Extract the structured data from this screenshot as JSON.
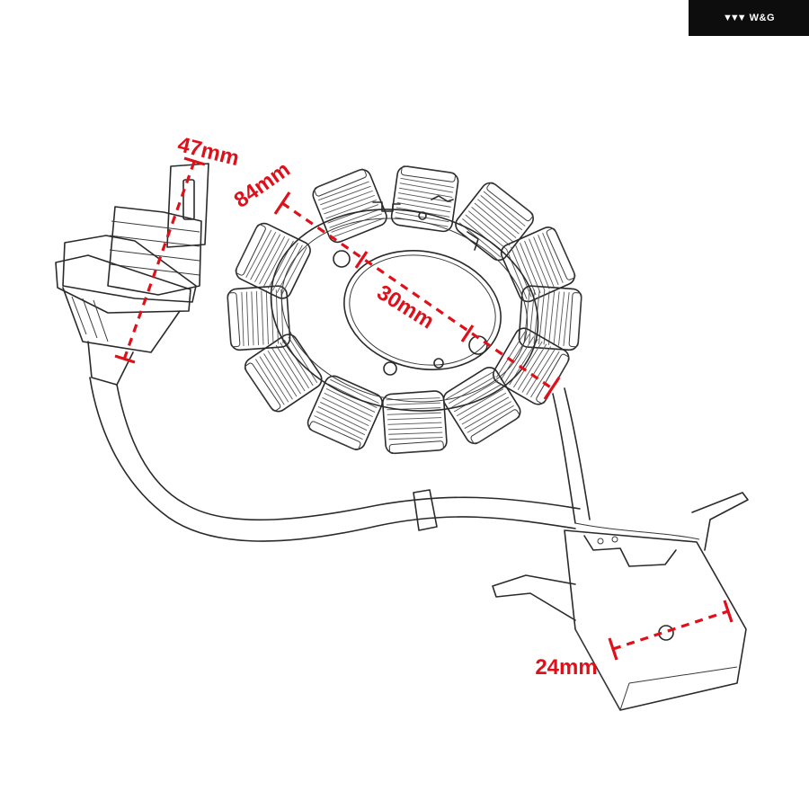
{
  "brand": {
    "name": "W&G",
    "logo_icon": "triple-chevron-icon"
  },
  "colors": {
    "dimension": "#e0101a",
    "line_art": "#2a2a2a",
    "badge": "#0d0d0d"
  },
  "dimensions": {
    "connector_width": "47mm",
    "stator_outer_diameter": "84mm",
    "stator_inner_diameter": "30mm",
    "regulator_width": "24mm"
  }
}
